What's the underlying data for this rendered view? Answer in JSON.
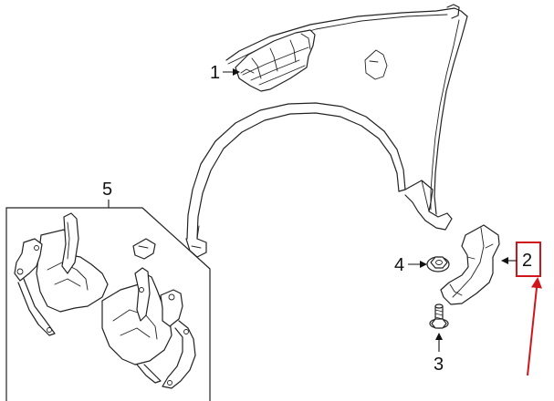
{
  "callouts": [
    {
      "id": "1",
      "label": "1"
    },
    {
      "id": "2",
      "label": "2"
    },
    {
      "id": "3",
      "label": "3"
    },
    {
      "id": "4",
      "label": "4"
    },
    {
      "id": "5",
      "label": "5"
    }
  ],
  "highlight": {
    "target_callout": "2",
    "color": "#d0161b"
  }
}
